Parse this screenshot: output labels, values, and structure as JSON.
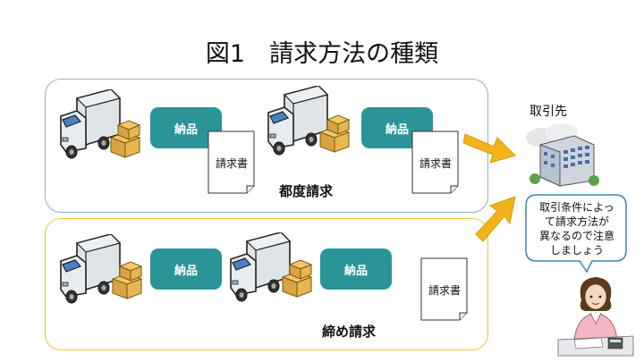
{
  "title": "図1　請求方法の種類",
  "top_panel": {
    "delivery_label_1": "納品",
    "delivery_label_2": "納品",
    "invoice_label_1": "請求書",
    "invoice_label_2": "請求書",
    "caption": "都度請求"
  },
  "bottom_panel": {
    "delivery_label_1": "納品",
    "delivery_label_2": "納品",
    "invoice_label": "請求書",
    "caption": "締め請求"
  },
  "client": {
    "label": "取引先"
  },
  "bubble": {
    "line1": "取引条件によっ",
    "line2": "て請求方法が",
    "line3": "異なるので注意",
    "line4": "しましょう"
  },
  "colors": {
    "delivery_box": "#2a9499",
    "top_panel_border": "#8fb3c9",
    "bottom_panel_border": "#f2c23a",
    "arrow": "#f2b21c"
  },
  "icons": [
    "truck-icon",
    "boxes-icon",
    "building-icon",
    "woman-icon"
  ]
}
